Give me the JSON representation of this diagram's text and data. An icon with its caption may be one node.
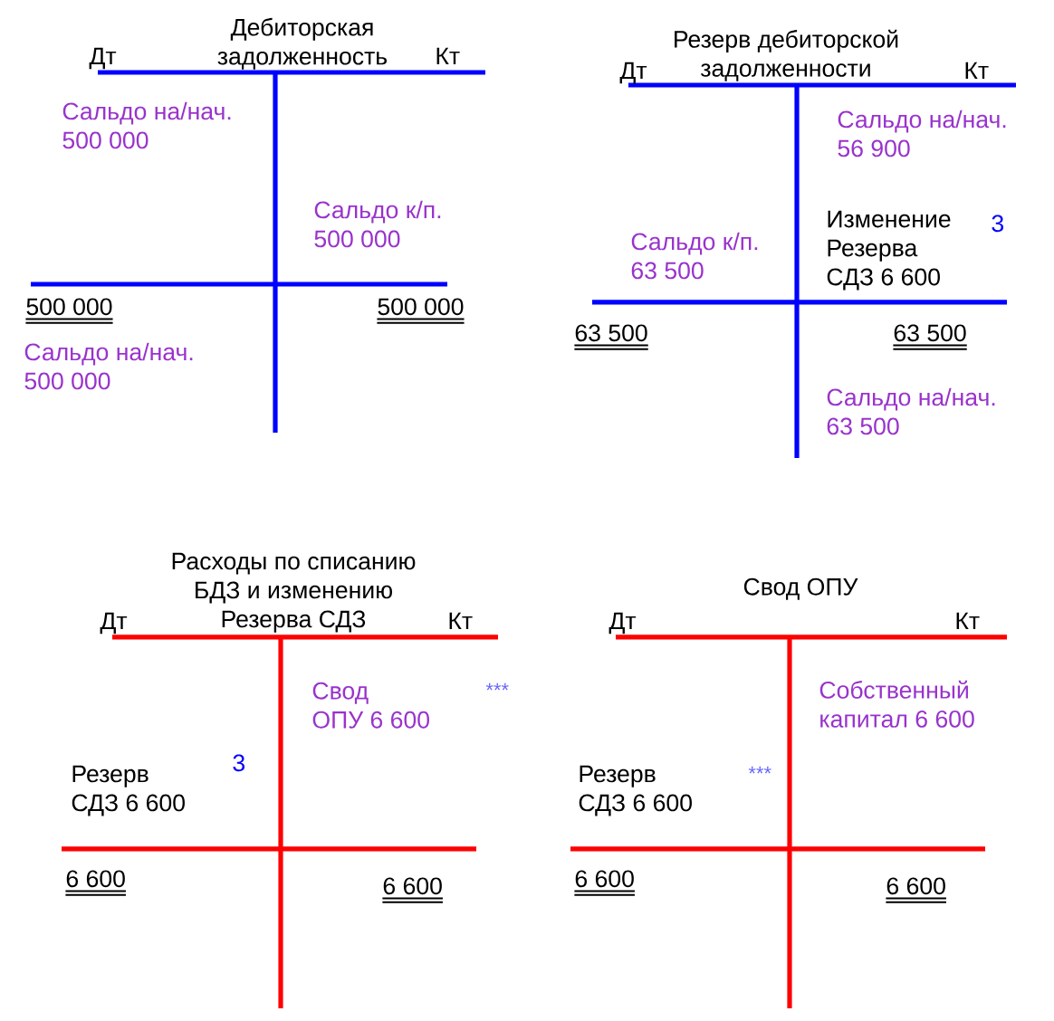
{
  "diagram": {
    "labels": [
      "Дебиторская задолженность",
      "Дт",
      "Кт",
      "Сальдо на/нач. 500 000",
      "Сальдо к/п. 500 000",
      "500 000",
      "500 000",
      "Сальдо на/нач. 500 000",
      "Резерв дебиторской задолженности",
      "Дт",
      "Кт",
      "Сальдо на/нач. 56 900",
      "Изменение Резерва СДЗ 6 600",
      "3",
      "Сальдо к/п. 63 500",
      "63 500",
      "63 500",
      "Сальдо на/нач. 63 500",
      "Расходы по списанию БДЗ и изменению Резерва СДЗ",
      "Дт",
      "Кт",
      "Свод ОПУ 6 600",
      "***",
      "3",
      "Резерв СДЗ 6 600",
      "6 600",
      "6 600",
      "Свод ОПУ",
      "Дт",
      "Кт",
      "Собственный капитал 6 600",
      "***",
      "Резерв СДЗ 6 600",
      "6 600",
      "6 600"
    ]
  }
}
